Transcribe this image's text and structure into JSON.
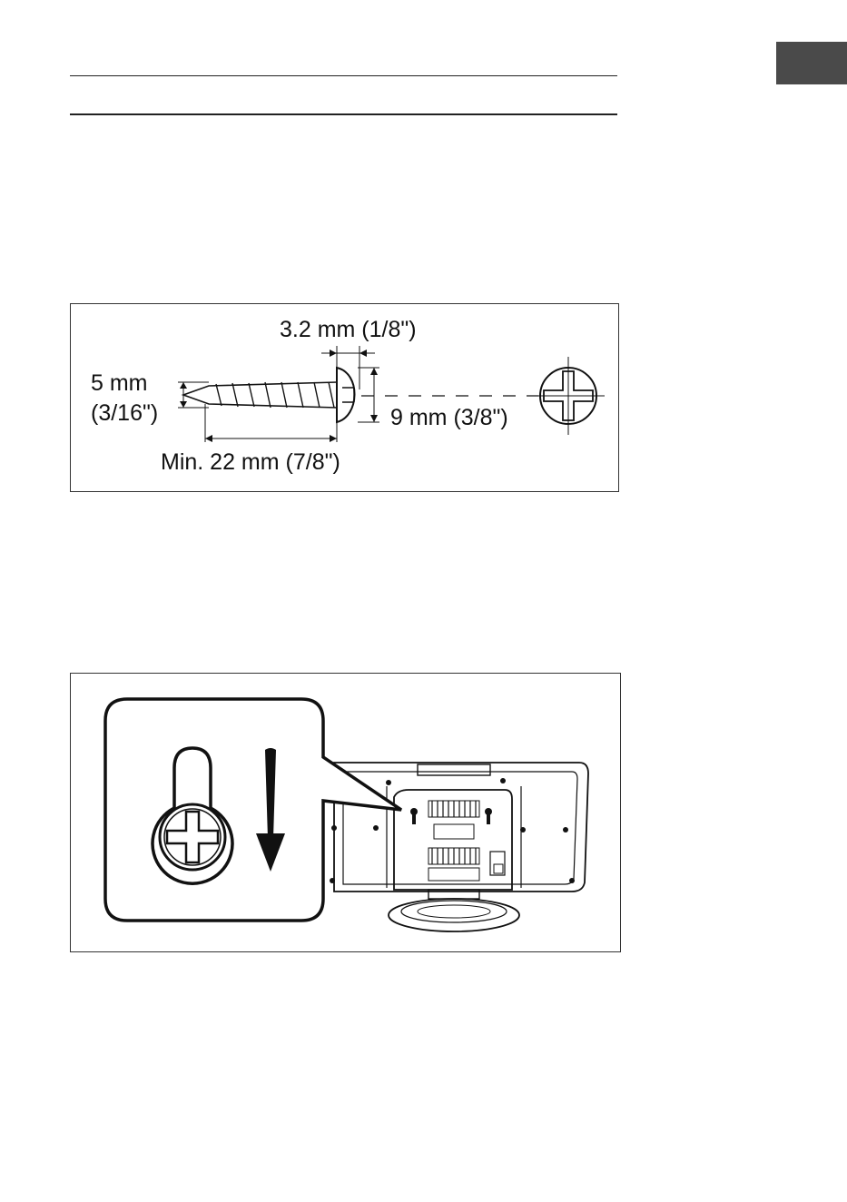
{
  "tab": {
    "color": "#4a4a4a"
  },
  "screw_figure": {
    "head_width_label": "3.2 mm (1/8\")",
    "shaft_diameter_label_line1": "5 mm",
    "shaft_diameter_label_line2": "(3/16\")",
    "min_length_label": "Min. 22 mm (7/8\")",
    "head_diameter_label": "9 mm (3/8\")"
  },
  "mounting_figure": {
    "icons": [
      "keyhole-slot-icon",
      "phillips-screw-icon",
      "down-arrow-icon",
      "device-back-panel"
    ]
  }
}
